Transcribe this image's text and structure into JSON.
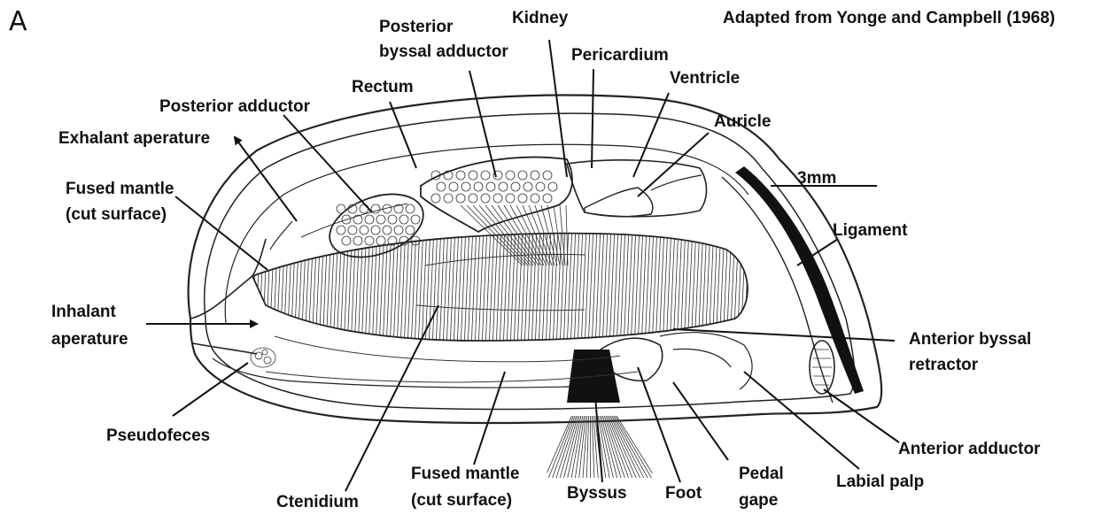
{
  "panel_letter": "A",
  "credit": "Adapted from Yonge and Campbell (1968)",
  "scale_bar_label": "3mm",
  "labels": {
    "kidney": "Kidney",
    "posterior_byssal_adductor_1": "Posterior",
    "posterior_byssal_adductor_2": "byssal adductor",
    "pericardium": "Pericardium",
    "rectum": "Rectum",
    "ventricle": "Ventricle",
    "posterior_adductor": "Posterior adductor",
    "auricle": "Auricle",
    "exhalant_aperature": "Exhalant aperature",
    "fused_mantle_top_1": "Fused mantle",
    "fused_mantle_top_2": "(cut surface)",
    "ligament": "Ligament",
    "inhalant_aperature_1": "Inhalant",
    "inhalant_aperature_2": "aperature",
    "anterior_byssal_retractor_1": "Anterior byssal",
    "anterior_byssal_retractor_2": "retractor",
    "pseudofeces": "Pseudofeces",
    "anterior_adductor": "Anterior adductor",
    "labial_palp": "Labial palp",
    "fused_mantle_bottom_1": "Fused mantle",
    "fused_mantle_bottom_2": "(cut surface)",
    "pedal_gape_1": "Pedal",
    "pedal_gape_2": "gape",
    "ctenidium": "Ctenidium",
    "byssus": "Byssus",
    "foot": "Foot"
  }
}
